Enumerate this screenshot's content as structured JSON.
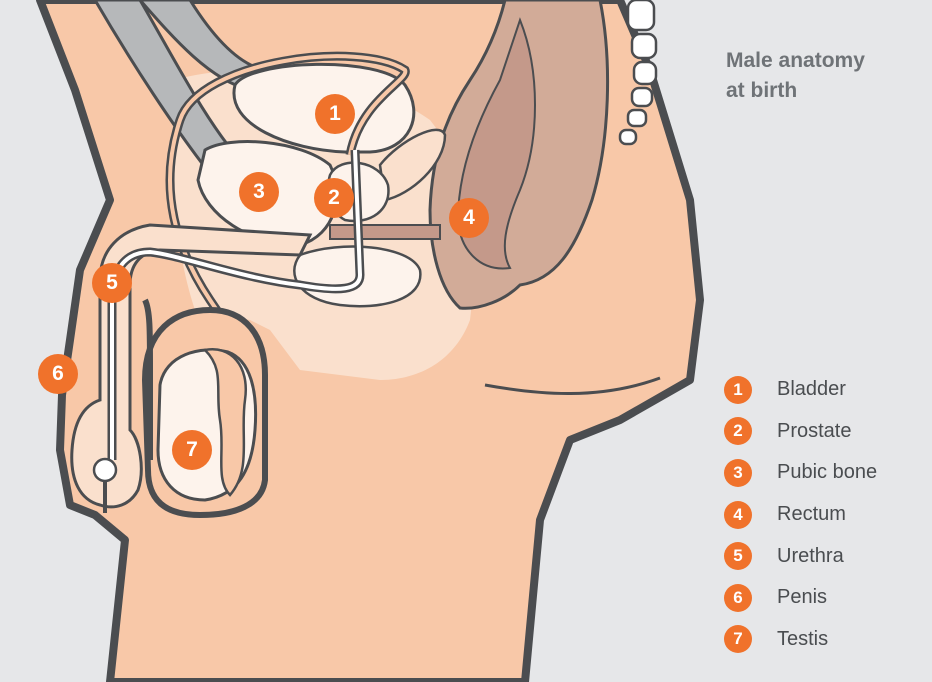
{
  "title": {
    "line1": "Male anatomy",
    "line2": "at birth"
  },
  "colors": {
    "background": "#e6e7e9",
    "skin": "#f8c8a8",
    "skin_light": "#fae0cd",
    "organ_fill": "#fdf3ec",
    "outline": "#4b4d50",
    "rectum": "#d2ab98",
    "rectum_dark": "#c4998a",
    "marker": "#f0722b",
    "title_text": "#6f7377",
    "legend_text": "#4a4d50"
  },
  "markers": [
    {
      "number": "1",
      "label": "Bladder"
    },
    {
      "number": "2",
      "label": "Prostate"
    },
    {
      "number": "3",
      "label": "Pubic bone"
    },
    {
      "number": "4",
      "label": "Rectum"
    },
    {
      "number": "5",
      "label": "Urethra"
    },
    {
      "number": "6",
      "label": "Penis"
    },
    {
      "number": "7",
      "label": "Testis"
    }
  ]
}
